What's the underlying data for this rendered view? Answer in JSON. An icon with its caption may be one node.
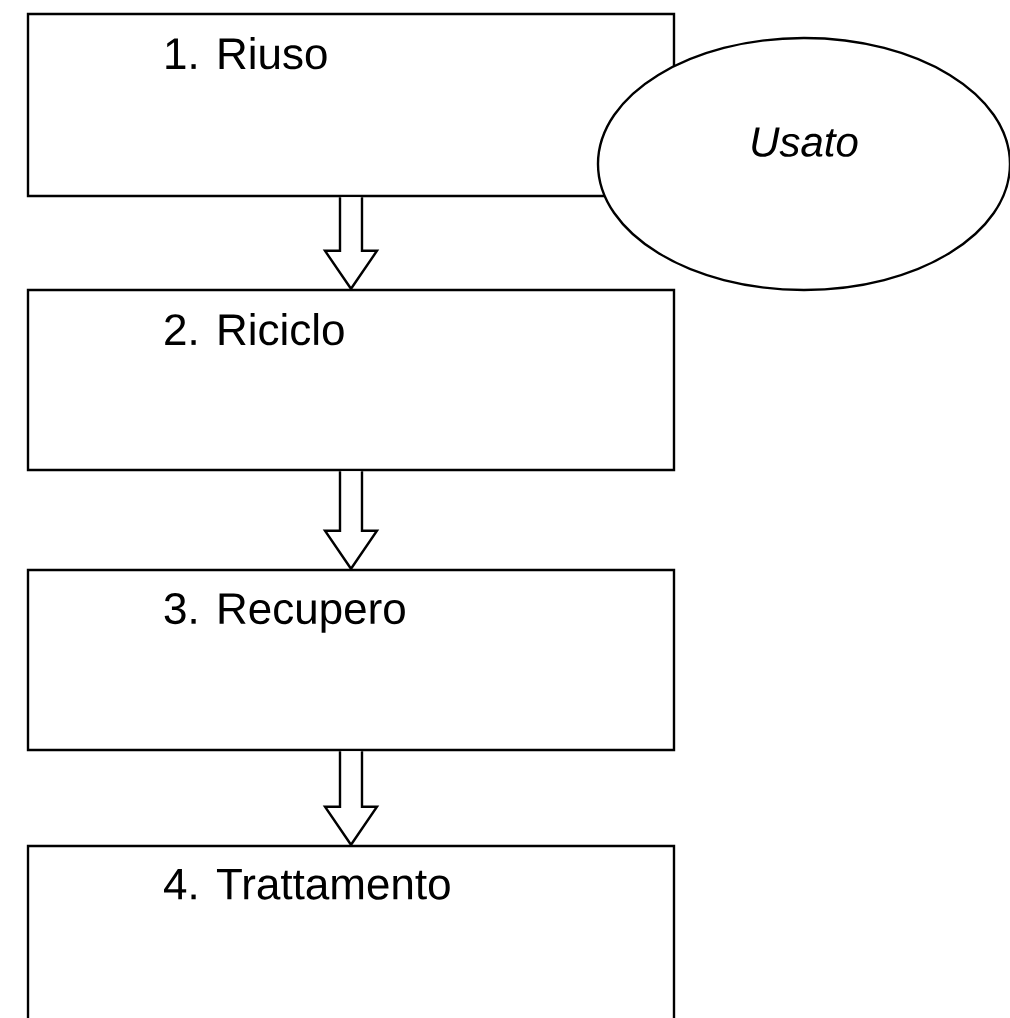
{
  "diagram": {
    "nodes": [
      {
        "text": [
          "1. Riuso"
        ]
      },
      {
        "text": [
          "Usato"
        ]
      },
      {
        "text": [
          "2. Riciclo"
        ]
      },
      {
        "text": [
          "3. Recupero"
        ]
      },
      {
        "text": [
          "4. Trattamento"
        ]
      }
    ],
    "edges": [
      {
        "from": 0,
        "to": 2,
        "arrow": "to"
      },
      {
        "from": 2,
        "to": 3,
        "arrow": "to"
      },
      {
        "from": 3,
        "to": 4,
        "arrow": "to"
      }
    ]
  }
}
